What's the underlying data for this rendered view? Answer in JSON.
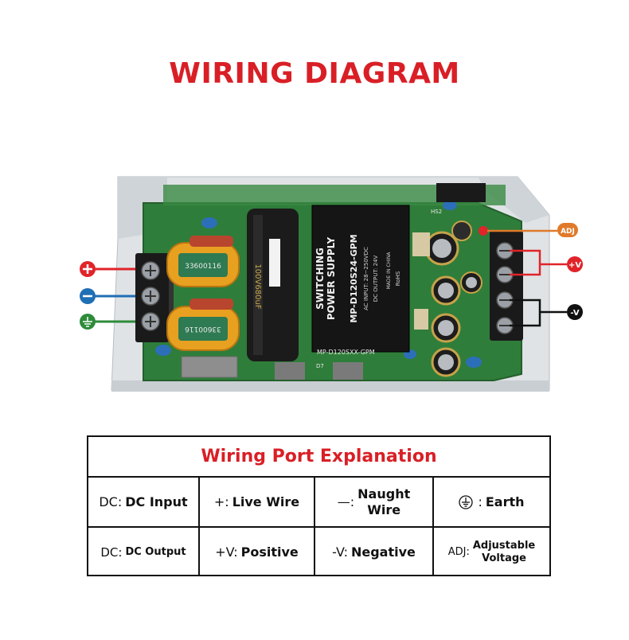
{
  "title": "WIRING DIAGRAM",
  "board": {
    "module_lines": [
      "SWITCHING",
      "POWER SUPPLY"
    ],
    "module_model": "MP-D120S24-GPM",
    "module_spec_1": "AC INPUT: 28~250VDC",
    "module_spec_2": "DC OUTPUT: 24V",
    "module_origin": "MADE IN CHINA",
    "module_rohs": "RoHS",
    "pcb_model": "MP-D120SXX-GPM",
    "coil_code": "33600116",
    "cap_label": "100V680uF",
    "adj_tag": "ADJ",
    "plus_v_tag": "+V",
    "minus_v_tag": "-V",
    "hs_label": "HS2",
    "d_label": "D7"
  },
  "table": {
    "header": "Wiring Port Explanation",
    "row1": {
      "c1_prefix": "DC:",
      "c1_text": "DC Input",
      "c2_prefix": "+:",
      "c2_text": "Live Wire",
      "c3_prefix": "—:",
      "c3_line1": "Naught",
      "c3_line2": "Wire",
      "c4_prefix": ":",
      "c4_text": "Earth"
    },
    "row2": {
      "c1_prefix": "DC:",
      "c1_text": "DC Output",
      "c2_prefix": "+V:",
      "c2_text": "Positive",
      "c3_prefix": "-V:",
      "c3_text": "Negative",
      "c4_prefix": "ADJ:",
      "c4_line1": "Adjustable",
      "c4_line2": "Voltage"
    }
  },
  "colors": {
    "title_red": "#d91f26",
    "live_red": "#e0242a",
    "neutral_blue": "#1f6fb5",
    "earth_green": "#2e8b3a",
    "adj_orange": "#e07a2a",
    "pcb_green": "#2f7d3a",
    "chassis": "#dfe3e6"
  }
}
